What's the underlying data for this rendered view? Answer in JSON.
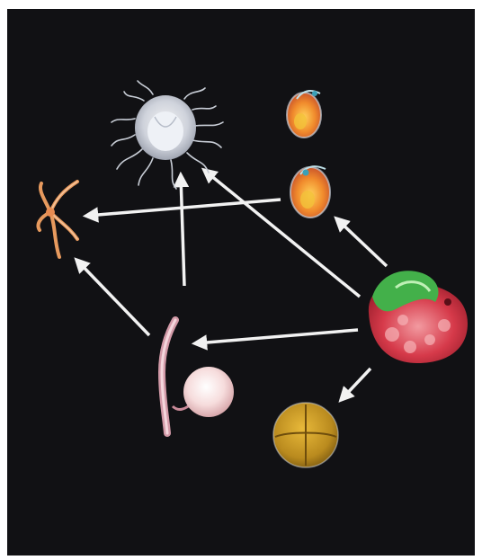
{
  "figure": {
    "background": "#111114",
    "arrow_color": "#f2f2f2",
    "organisms": [
      {
        "id": "medusa",
        "icon": "jellyfish-medusa-icon"
      },
      {
        "id": "larva-top",
        "icon": "larva-icon"
      },
      {
        "id": "larva-mid",
        "icon": "larva-icon"
      },
      {
        "id": "brittle-star",
        "icon": "brittle-star-icon"
      },
      {
        "id": "polyp",
        "icon": "polyp-with-gonophore-icon"
      },
      {
        "id": "parent",
        "icon": "red-sac-organism-icon"
      },
      {
        "id": "embryo",
        "icon": "cleaving-embryo-icon"
      }
    ],
    "arrows": [
      {
        "from": "parent",
        "to": "larva-mid"
      },
      {
        "from": "parent",
        "to": "medusa"
      },
      {
        "from": "parent",
        "to": "polyp"
      },
      {
        "from": "parent",
        "to": "embryo"
      },
      {
        "from": "larva-mid",
        "to": "brittle-star"
      },
      {
        "from": "polyp",
        "to": "brittle-star"
      },
      {
        "from": "polyp",
        "to": "medusa"
      }
    ]
  }
}
